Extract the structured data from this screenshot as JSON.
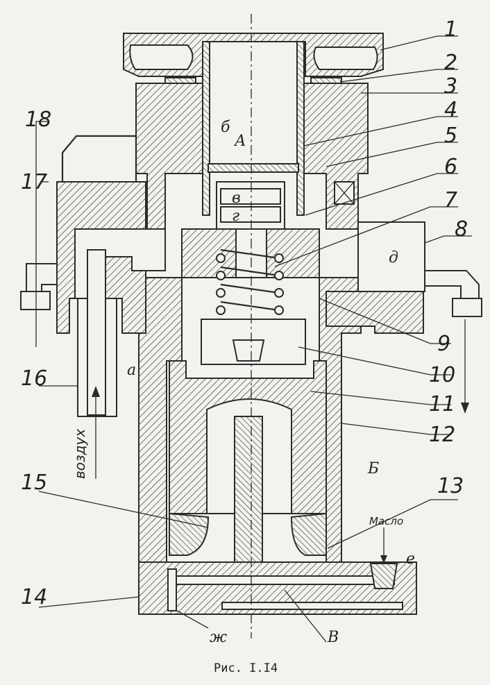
{
  "caption": "Рис. I.I4",
  "part_numbers": [
    "1",
    "2",
    "3",
    "4",
    "5",
    "6",
    "7",
    "8",
    "9",
    "10",
    "11",
    "12",
    "13",
    "14",
    "15",
    "16",
    "17",
    "18"
  ],
  "letters": {
    "a": "а",
    "b": "б",
    "v": "в",
    "g": "г",
    "d": "д",
    "e": "е",
    "zh": "ж",
    "A": "А",
    "B": "Б",
    "V": "В"
  },
  "labels": {
    "air": "воздух",
    "oil": "Масло"
  }
}
